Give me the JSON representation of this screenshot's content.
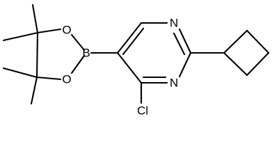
{
  "molecule": {
    "atoms": {
      "boron": "B",
      "oxygen_upper": "O",
      "oxygen_lower": "O",
      "nitrogen_upper": "N",
      "nitrogen_lower": "N",
      "chlorine": "Cl"
    }
  },
  "colors": {
    "ink": "#000000",
    "background": "#ffffff"
  }
}
